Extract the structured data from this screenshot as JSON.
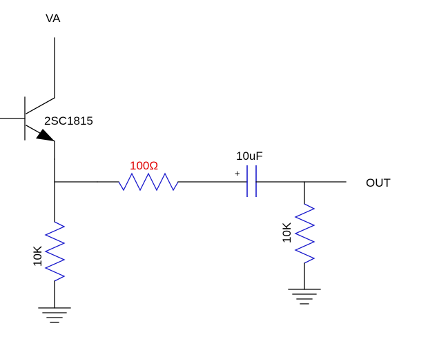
{
  "colors": {
    "wire": "#000000",
    "label": "#000000",
    "component": "#1a1acc",
    "highlight": "#e00000"
  },
  "labels": {
    "supply": "VA",
    "transistor": "2SC1815",
    "series_resistor": "100Ω",
    "capacitor": "10uF",
    "capacitor_polarity": "+",
    "output": "OUT",
    "emitter_resistor": "10K",
    "output_resistor": "10K"
  }
}
